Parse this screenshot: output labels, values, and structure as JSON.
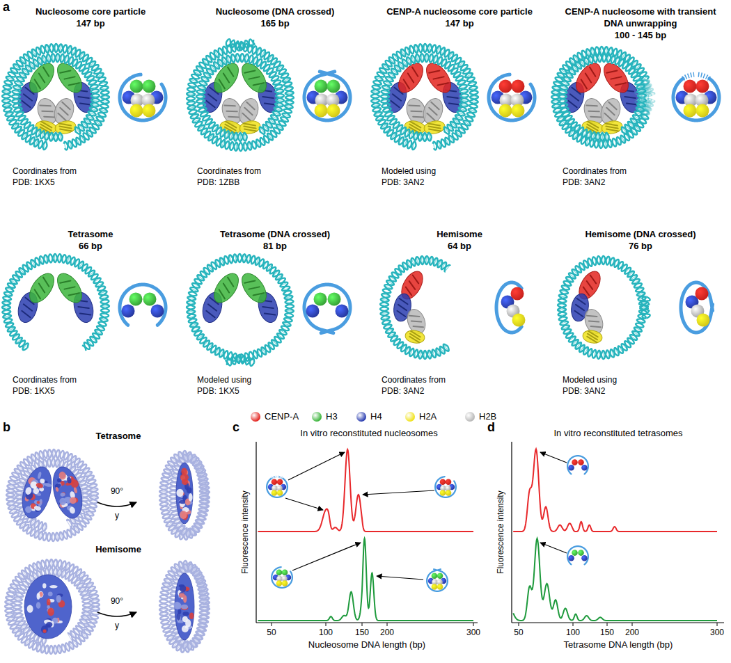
{
  "diagram": {
    "labels": [
      "a",
      "Nucleosome core particle",
      "147 bp",
      "Nucleosome (DNA crossed)",
      "165 bp",
      "CENP-A nucleosome core particle",
      "147 bp",
      "CENP-A nucleosome with transient DNA unwrapping",
      "100 - 145 bp",
      "Coordinates from",
      "PDB: 1KX5",
      "Coordinates from",
      "PDB: 1ZBB",
      "Modeled using",
      "PDB: 3AN2",
      "Coordinates from",
      "PDB: 3AN2",
      "Tetrasome",
      "66 bp",
      "Tetrasome (DNA crossed)",
      "81 bp",
      "Hemisome",
      "64 bp",
      "Hemisome (DNA crossed)",
      "76 bp",
      "Coordinates from",
      "PDB: 1KX5",
      "Modeled using",
      "PDB: 1KX5",
      "Coordinates from",
      "PDB: 3AN2",
      "Modeled using",
      "PDB: 3AN2",
      "b",
      "Tetrasome",
      "90°",
      "y",
      "Hemisome",
      "90°",
      "y",
      "c",
      "In vitro reconstituted nucleosomes",
      "Fluorescence intensity",
      "50",
      "100",
      "150",
      "200",
      "300",
      "Nucleosome DNA length (bp)",
      "d",
      "In vitro reconstituted tetrasomes",
      "Fluorescence intensity",
      "50",
      "100",
      "150",
      "200",
      "300",
      "Tetrasome DNA length (bp)"
    ],
    "legend": [
      {
        "text": "CENP-A",
        "color": "#e3241f"
      },
      {
        "text": "H3",
        "color": "#3cb53c"
      },
      {
        "text": "H4",
        "color": "#2a3db0"
      },
      {
        "text": "H2A",
        "color": "#f0e21a"
      },
      {
        "text": "H2B",
        "color": "#b8b8b8"
      }
    ]
  }
}
